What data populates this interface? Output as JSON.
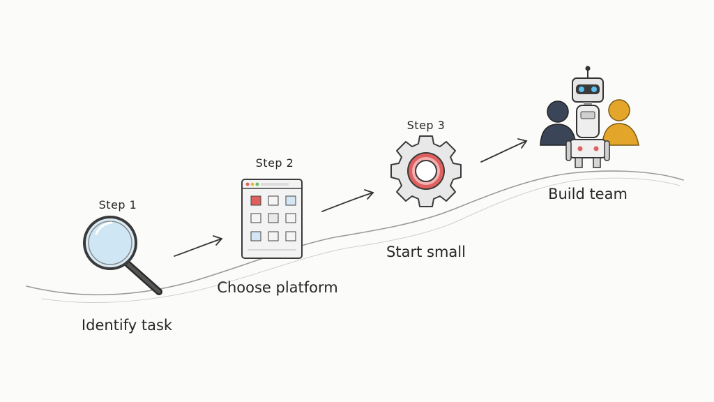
{
  "steps": [
    {
      "step_label": "Step 1",
      "caption": "Identify task",
      "icon": "magnifying-glass-icon"
    },
    {
      "step_label": "Step 2",
      "caption": "Choose platform",
      "icon": "app-window-grid-icon"
    },
    {
      "step_label": "Step 3",
      "caption": "Start small",
      "icon": "gear-icon"
    },
    {
      "step_label": "",
      "caption": "Build team",
      "icon": "robot-and-people-icon"
    }
  ],
  "colors": {
    "ink": "#2b2b2b",
    "lens": "#cfe7f5",
    "accent_red": "#e06060",
    "accent_blue": "#5b9bd5",
    "person_dark": "#3a4658",
    "person_gold": "#e3a62a"
  }
}
